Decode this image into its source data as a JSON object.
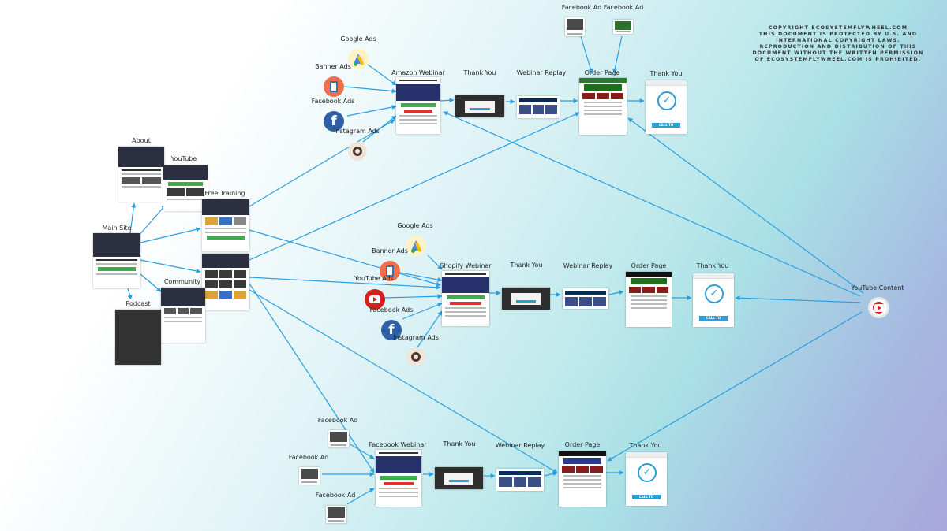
{
  "copyright": {
    "lines": [
      "COPYRIGHT ECOSYSTEMFLYWHEEL.COM",
      "THIS DOCUMENT IS PROTECTED BY U.S. AND",
      "INTERNATIONAL COPYRIGHT LAWS.",
      "REPRODUCTION AND DISTRIBUTION OF THIS",
      "DOCUMENT WITHOUT THE WRITTEN PERMISSION",
      "OF ECOSYSTEMFLYWHEEL.COM IS PROHIBITED."
    ]
  },
  "site": {
    "main_site": "Main Site",
    "about": "About",
    "youtube": "YouTube",
    "free_training": "Free Training",
    "community": "Community",
    "podcast": "Podcast"
  },
  "amazon_funnel": {
    "google_ads": "Google Ads",
    "banner_ads": "Banner Ads",
    "facebook_ads": "Facebook Ads",
    "instagram_ads": "Instagram Ads",
    "webinar": "Amazon Webinar",
    "thank_you": "Thank You",
    "replay": "Webinar Replay",
    "order": "Order Page",
    "thank_you_2": "Thank You",
    "facebook_ad_1": "Facebook Ad",
    "facebook_ad_2": "Facebook Ad"
  },
  "shopify_funnel": {
    "google_ads": "Google Ads",
    "banner_ads": "Banner Ads",
    "youtube_ads": "YouTube Ads",
    "facebook_ads": "Facebook Ads",
    "instagram_ads": "Instagram Ads",
    "webinar": "Shopify Webinar",
    "thank_you": "Thank You",
    "replay": "Webinar Replay",
    "order": "Order Page",
    "thank_you_2": "Thank You"
  },
  "facebook_funnel": {
    "facebook_ad_1": "Facebook Ad",
    "facebook_ad_2": "Facebook Ad",
    "facebook_ad_3": "Facebook Ad",
    "webinar": "Facebook Webinar",
    "thank_you": "Thank You",
    "replay": "Webinar Replay",
    "order": "Order Page",
    "thank_you_2": "Thank You"
  },
  "youtube_content": "YouTube Content",
  "thank_you_button": "CALL TO ACTION",
  "colors": {
    "arrow": "#2a9fe0",
    "youtube_red": "#d62020",
    "facebook_blue": "#2f5fa5"
  }
}
